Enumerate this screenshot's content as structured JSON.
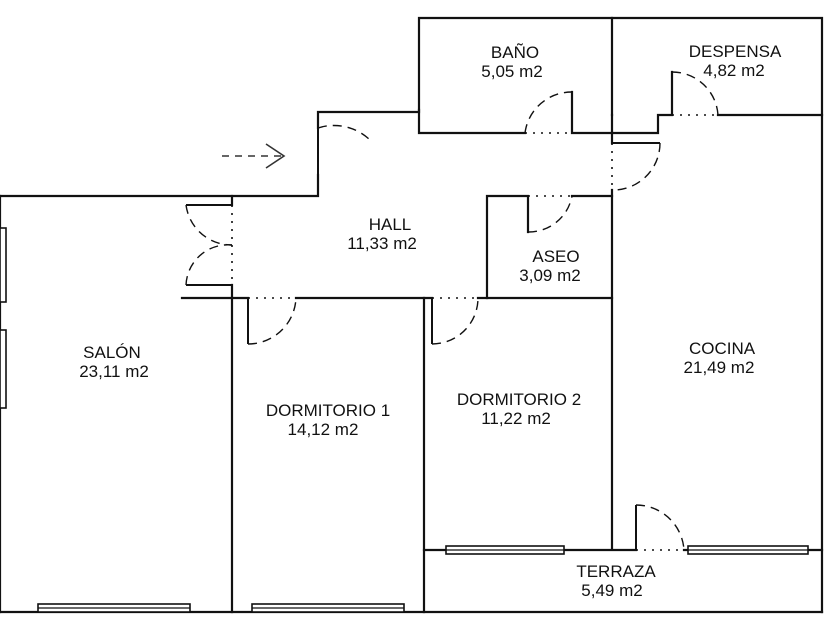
{
  "rooms": {
    "bano": {
      "name": "BAÑO",
      "area": "5,05 m2"
    },
    "despensa": {
      "name": "DESPENSA",
      "area": "4,82 m2"
    },
    "hall": {
      "name": "HALL",
      "area": "11,33 m2"
    },
    "aseo": {
      "name": "ASEO",
      "area": "3,09 m2"
    },
    "salon": {
      "name": "SALÓN",
      "area": "23,11 m2"
    },
    "dormitorio1": {
      "name": "DORMITORIO 1",
      "area": "14,12 m2"
    },
    "dormitorio2": {
      "name": "DORMITORIO 2",
      "area": "11,22 m2"
    },
    "cocina": {
      "name": "COCINA",
      "area": "21,49 m2"
    },
    "terraza": {
      "name": "TERRAZA",
      "area": "5,49 m2"
    }
  }
}
